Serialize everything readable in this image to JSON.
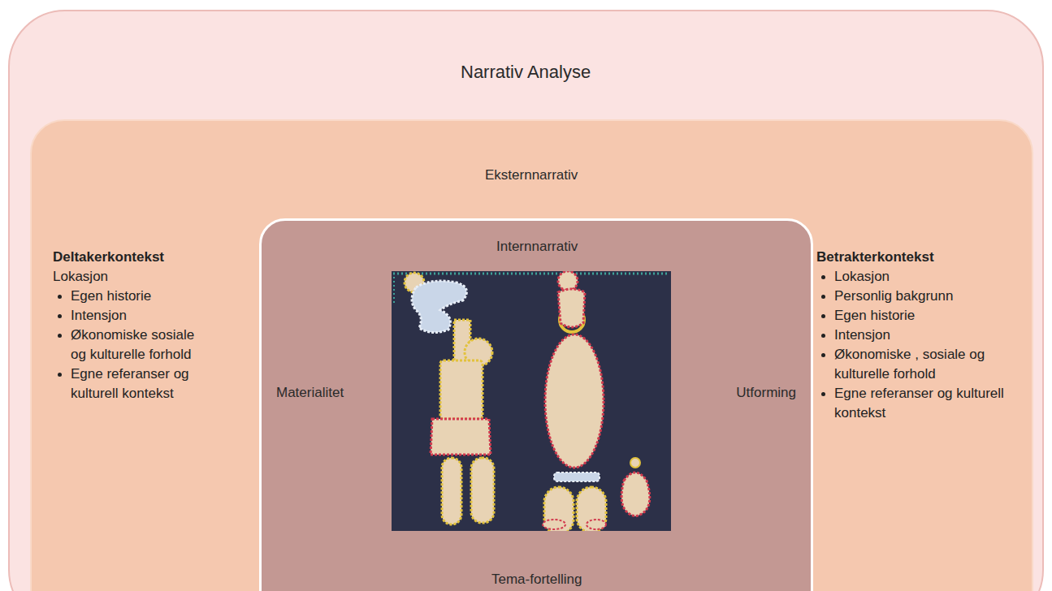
{
  "diagram": {
    "nodes": [
      {
        "text": [
          "Narrativ Analyse"
        ]
      },
      {
        "text": [
          "Eksternnarrativ"
        ],
        "in": 0
      },
      {
        "text": [
          "Internnarrativ",
          "Materialitet",
          "Utforming",
          "Tema-fortelling"
        ],
        "in": 1
      }
    ],
    "labels": [
      "Deltakerkontekst",
      "Lokasjon",
      "Egen historie",
      "Intensjon",
      "Økonomiske sosiale og kulturelle forhold",
      "Egne referanser og kulturell kontekst",
      "Betrakterkontekst",
      "Lokasjon",
      "Personlig bakgrunn",
      "Egen historie",
      "Intensjon",
      "Økonomiske , sosiale og kulturelle forhold",
      "Egne referanser og kulturell kontekst"
    ]
  }
}
